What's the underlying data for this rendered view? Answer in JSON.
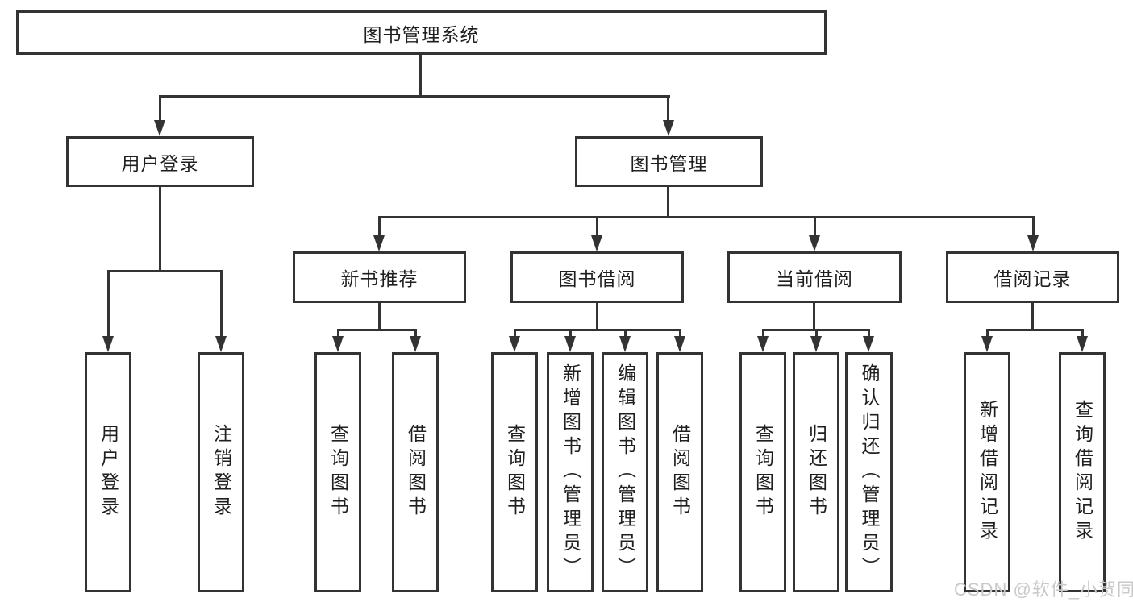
{
  "diagram": {
    "title_box": {
      "label": "图书管理系统"
    },
    "level2": {
      "user_login": {
        "label": "用户登录"
      },
      "book_mgmt": {
        "label": "图书管理"
      }
    },
    "level3": {
      "new_books": {
        "label": "新书推荐"
      },
      "book_borrow": {
        "label": "图书借阅"
      },
      "current_borrow": {
        "label": "当前借阅"
      },
      "borrow_records": {
        "label": "借阅记录"
      }
    },
    "leaves": {
      "user_login": [
        "用户登录",
        "注销登录"
      ],
      "new_books": [
        "查询图书",
        "借阅图书"
      ],
      "book_borrow": [
        "查询图书",
        "新增图书（管理员）",
        "编辑图书（管理员）",
        "借阅图书"
      ],
      "current_borrow": [
        "查询图书",
        "归还图书",
        "确认归还（管理员）"
      ],
      "borrow_records": [
        "新增借阅记录",
        "查询借阅记录"
      ]
    },
    "watermark": {
      "text": "CSDN @软件_小贺同学"
    },
    "colors": {
      "line": "#333333",
      "text": "#1f1f1f",
      "watermark": "#c9c9c9",
      "background": "#ffffff"
    }
  }
}
